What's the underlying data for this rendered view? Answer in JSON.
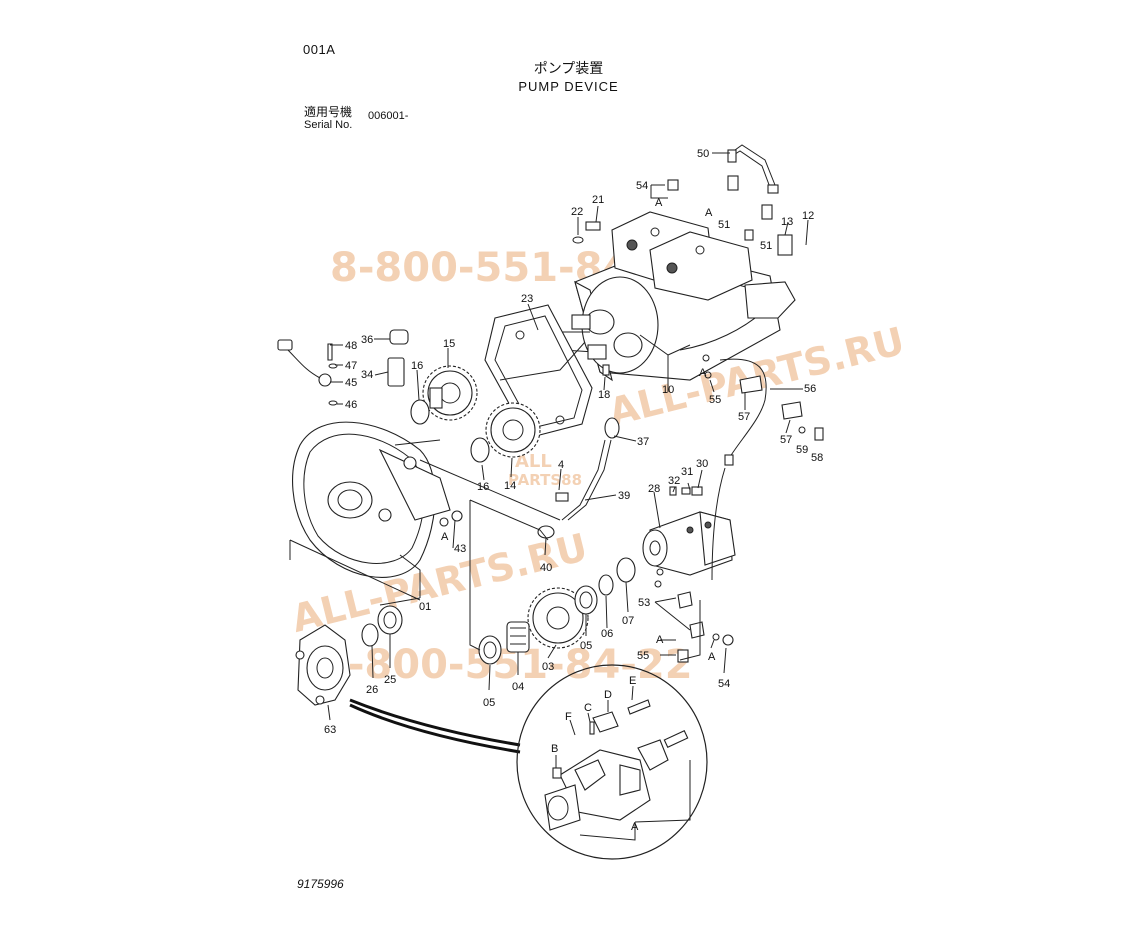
{
  "header": {
    "page_code": "001A",
    "title_jp": "ポンプ装置",
    "title_en": "PUMP DEVICE",
    "serial_label_jp": "適用号機",
    "serial_label_en": "Serial No.",
    "serial_value": "006001-"
  },
  "footer": {
    "drawing_number": "9175996"
  },
  "watermarks": {
    "phone_top": "8-800-551-84-22",
    "site": "ALL-PARTS.RU",
    "brand_line1": "ALL",
    "brand_line2": "PARTS88",
    "phone_bottom": "8-800-551-84-22",
    "color": "#f2c9a8"
  },
  "callouts": {
    "c50": "50",
    "c54a": "54",
    "cA1": "A",
    "cA2": "A",
    "c51a": "51",
    "c51b": "51",
    "c21": "21",
    "c22": "22",
    "c13": "13",
    "c12": "12",
    "c23": "23",
    "c36": "36",
    "c48": "48",
    "c47": "47",
    "c45": "45",
    "c46": "46",
    "c34": "34",
    "c15": "15",
    "c16a": "16",
    "c10": "10",
    "c18": "18",
    "cA3": "A",
    "c55a": "55",
    "c56": "56",
    "c57a": "57",
    "c57b": "57",
    "c59": "59",
    "c58": "58",
    "c37": "37",
    "c14": "14",
    "c16b": "16",
    "c4": "4",
    "c39": "39",
    "c32": "32",
    "c31": "31",
    "c30": "30",
    "c28": "28",
    "cA4": "A",
    "c43": "43",
    "c40": "40",
    "c01": "01",
    "c53": "53",
    "c07": "07",
    "c06": "06",
    "c05a": "05",
    "c03": "03",
    "c04": "04",
    "c05b": "05",
    "cA5": "A",
    "c55b": "55",
    "cA6": "A",
    "c54b": "54",
    "c26": "26",
    "c25": "25",
    "c63": "63",
    "cE": "E",
    "cD": "D",
    "cC": "C",
    "cF": "F",
    "cB": "B",
    "cA7": "A"
  }
}
